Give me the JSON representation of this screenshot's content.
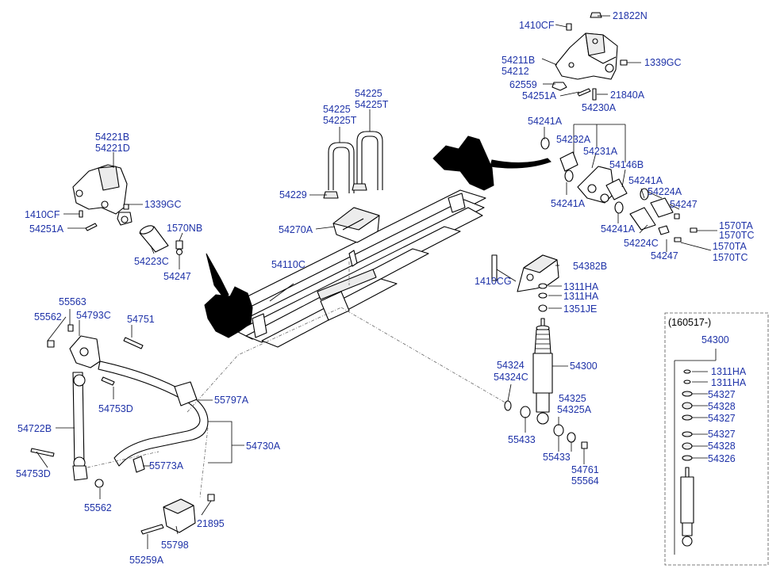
{
  "diagram": {
    "labels": {
      "l_21822N": "21822N",
      "l_1410CF_a": "1410CF",
      "l_54211B": "54211B",
      "l_54212": "54212",
      "l_1339GC_a": "1339GC",
      "l_62559": "62559",
      "l_54251A_a": "54251A",
      "l_21840A": "21840A",
      "l_54230A": "54230A",
      "l_54225": "54225",
      "l_54225T": "54225T",
      "l_54225_b": "54225",
      "l_54225T_b": "54225T",
      "l_54241A_a": "54241A",
      "l_54232A": "54232A",
      "l_54231A": "54231A",
      "l_54146B": "54146B",
      "l_54241A_b": "54241A",
      "l_54224A": "54224A",
      "l_54247_a": "54247",
      "l_54241A_c": "54241A",
      "l_54241A_d": "54241A",
      "l_1570TA_a": "1570TA",
      "l_1570TC_a": "1570TC",
      "l_54224C": "54224C",
      "l_1570TA_b": "1570TA",
      "l_54247_b": "54247",
      "l_1570TC_b": "1570TC",
      "l_54221B": "54221B",
      "l_54221D": "54221D",
      "l_1339GC_b": "1339GC",
      "l_1410CF_b": "1410CF",
      "l_54251A_b": "54251A",
      "l_1570NB": "1570NB",
      "l_54223C": "54223C",
      "l_54247_c": "54247",
      "l_54229": "54229",
      "l_54270A": "54270A",
      "l_54110C": "54110C",
      "l_54382B": "54382B",
      "l_1410CG": "1410CG",
      "l_1311HA_a": "1311HA",
      "l_1311HA_b": "1311HA",
      "l_1351JE": "1351JE",
      "l_55563": "55563",
      "l_55562_a": "55562",
      "l_54793C": "54793C",
      "l_54751": "54751",
      "l_54753D_a": "54753D",
      "l_55797A": "55797A",
      "l_54722B": "54722B",
      "l_54753D_b": "54753D",
      "l_54730A": "54730A",
      "l_55773A": "55773A",
      "l_55562_b": "55562",
      "l_21895": "21895",
      "l_55798": "55798",
      "l_55259A": "55259A",
      "l_54324": "54324",
      "l_54324C": "54324C",
      "l_54300_a": "54300",
      "l_54325": "54325",
      "l_54325A": "54325A",
      "l_55433_a": "55433",
      "l_55433_b": "55433",
      "l_54761": "54761",
      "l_55564": "55564",
      "inset_note": "(160517-)",
      "l_54300_b": "54300",
      "l_1311HA_c": "1311HA",
      "l_1311HA_d": "1311HA",
      "l_54327_a": "54327",
      "l_54328_a": "54328",
      "l_54327_b": "54327",
      "l_54327_c": "54327",
      "l_54328_b": "54328",
      "l_54326": "54326"
    },
    "colors": {
      "label": "#1f33a8",
      "line": "#000000",
      "background": "#ffffff"
    }
  }
}
